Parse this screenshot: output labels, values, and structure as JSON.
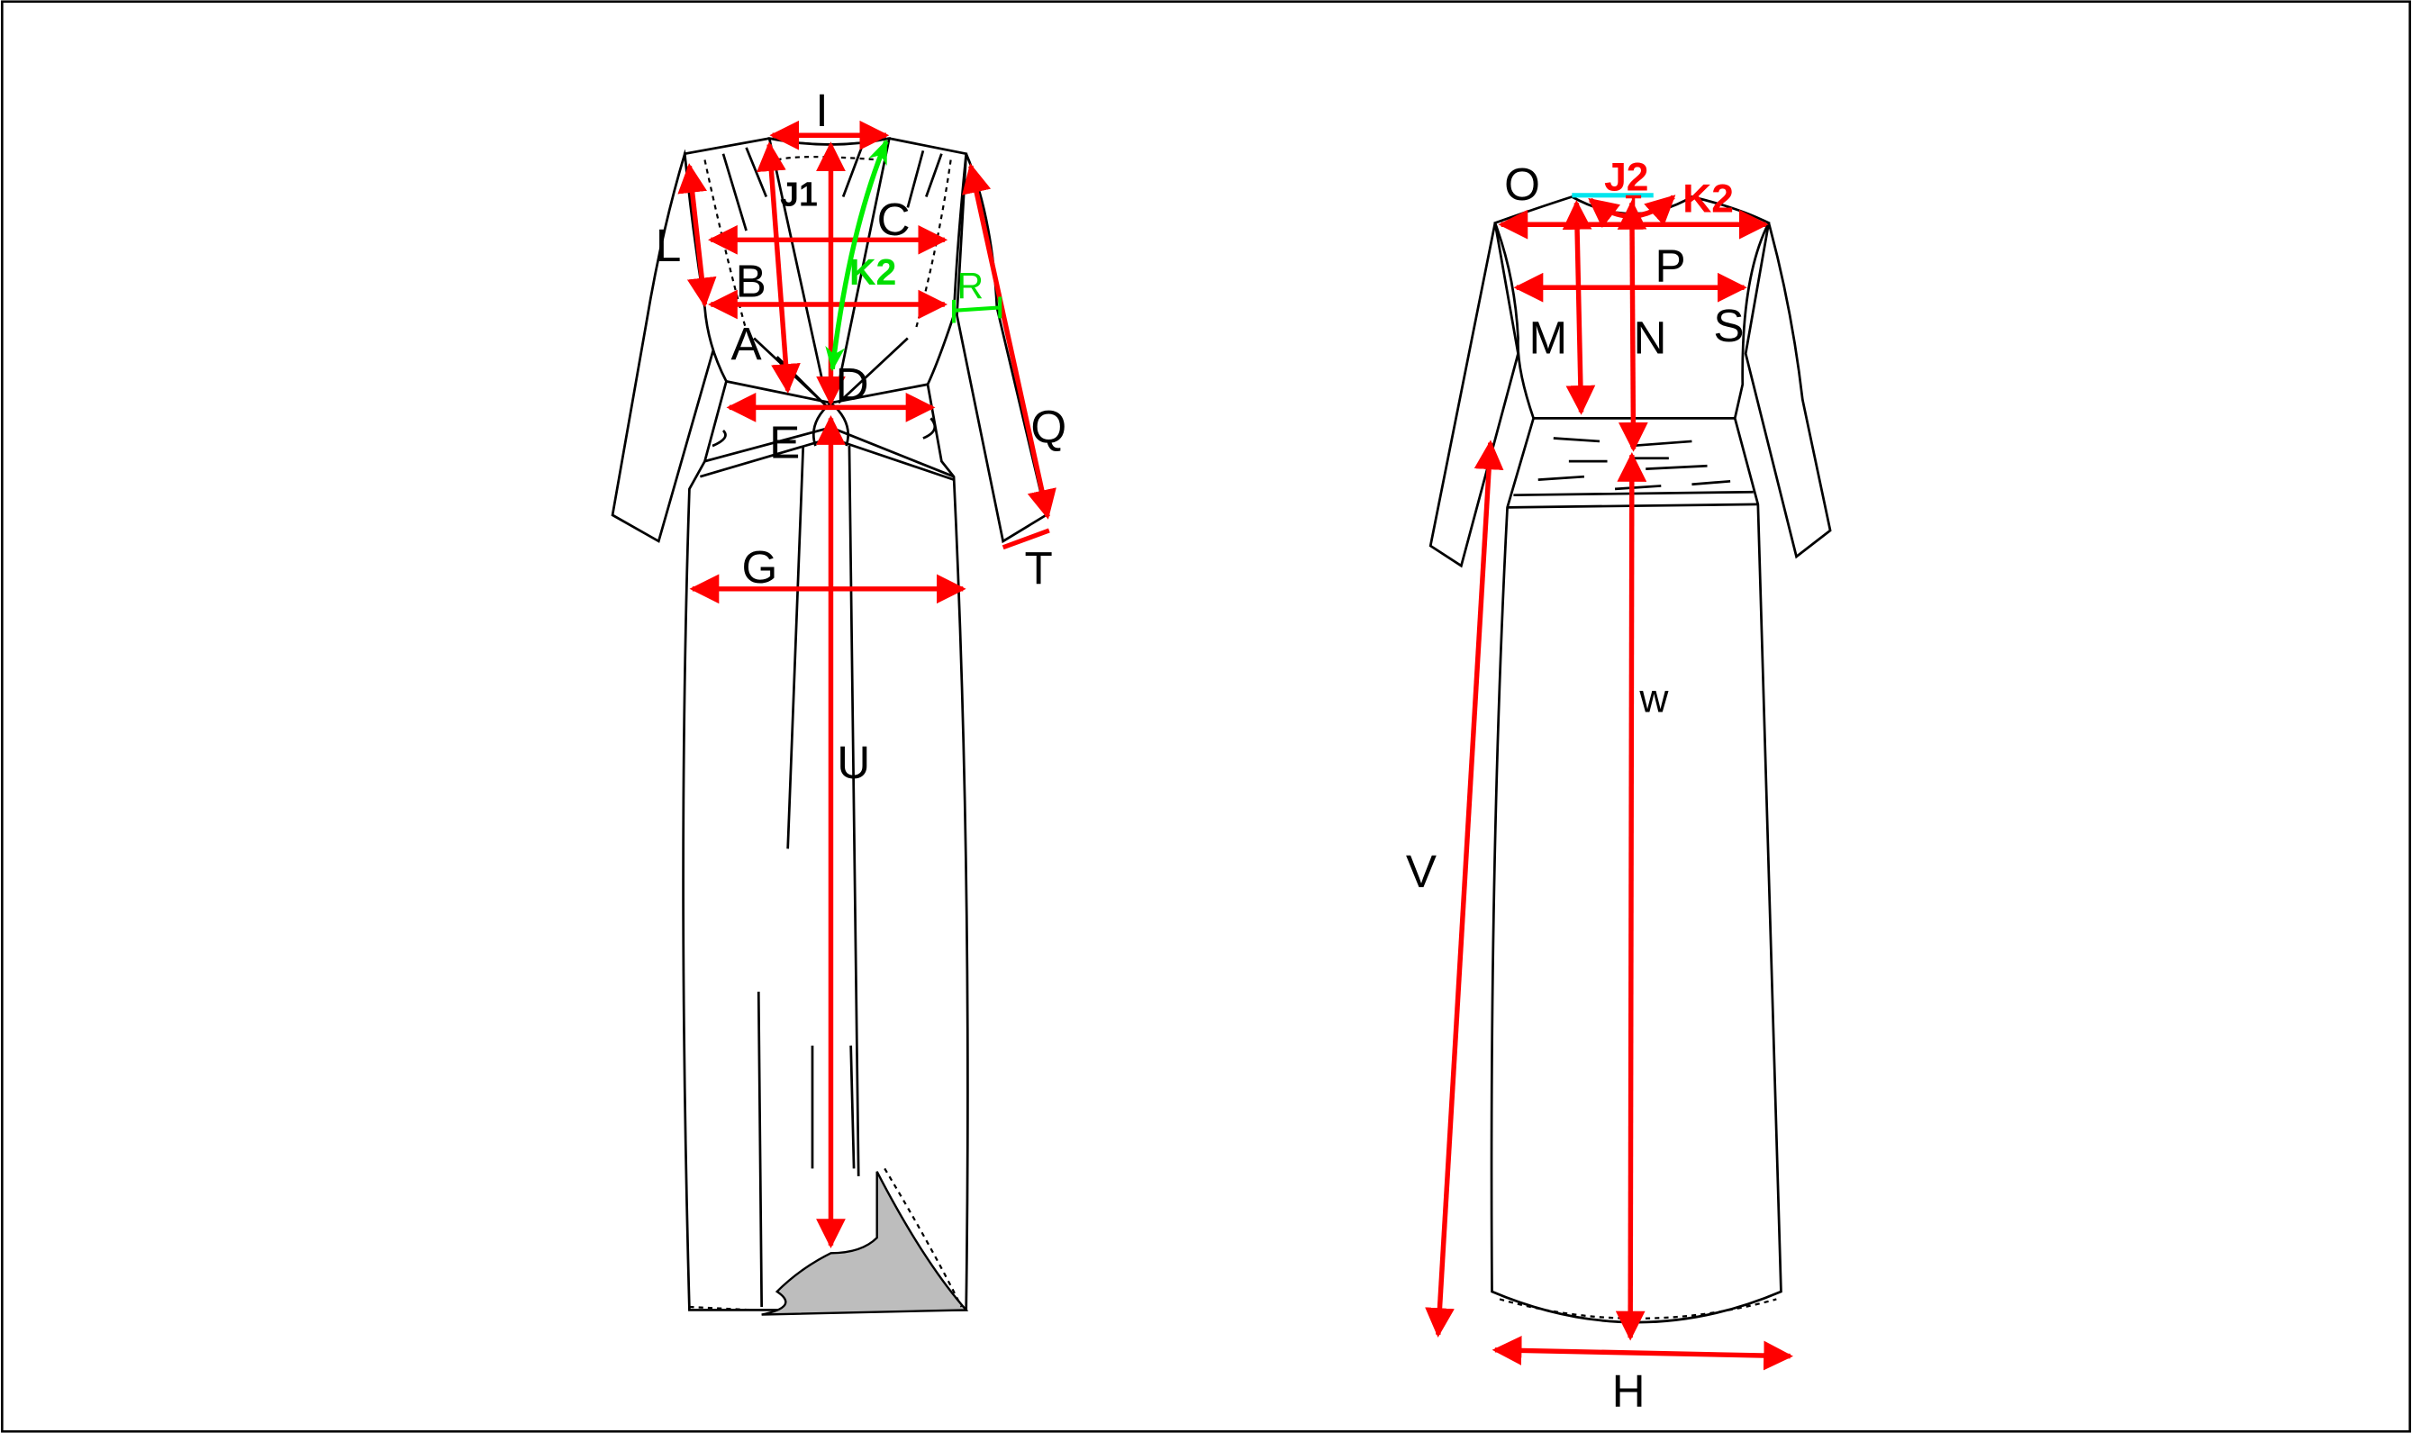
{
  "colors": {
    "measure": "#ff0000",
    "alt_measure": "#00ee00",
    "neck_mark": "#00e5ee",
    "lining": "#bdbdbd"
  },
  "front": {
    "labels": {
      "I": "I",
      "J1": "J1",
      "C": "C",
      "L": "L",
      "K2": "K2",
      "B": "B",
      "R": "R",
      "A": "A",
      "D": "D",
      "E": "E",
      "Q": "Q",
      "T": "T",
      "G": "G",
      "U": "U"
    }
  },
  "back": {
    "labels": {
      "O": "O",
      "J2": "J2",
      "K2": "K2",
      "P": "P",
      "M": "M",
      "N": "N",
      "S": "S",
      "W": "w",
      "V": "V",
      "H": "H"
    }
  }
}
